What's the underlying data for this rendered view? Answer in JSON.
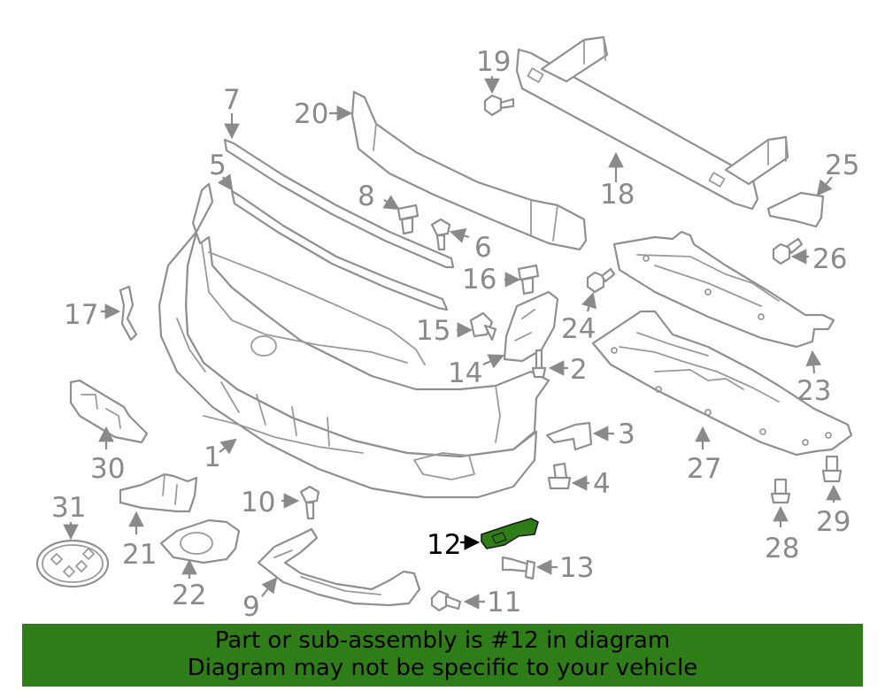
{
  "callouts": {
    "c1": "1",
    "c2": "2",
    "c3": "3",
    "c4": "4",
    "c5": "5",
    "c6": "6",
    "c7": "7",
    "c8": "8",
    "c9": "9",
    "c10": "10",
    "c11": "11",
    "c12": "12",
    "c13": "13",
    "c14": "14",
    "c15": "15",
    "c16": "16",
    "c17": "17",
    "c18": "18",
    "c19": "19",
    "c20": "20",
    "c21": "21",
    "c22": "22",
    "c23": "23",
    "c24": "24",
    "c25": "25",
    "c26": "26",
    "c27": "27",
    "c28": "28",
    "c29": "29",
    "c30": "30",
    "c31": "31"
  },
  "highlighted_part": "12",
  "colors": {
    "highlight_fill": "#2e7d18",
    "banner_bg": "#2e7d18",
    "line_gray": "#8f8f8f"
  },
  "banner": {
    "line1": "Part or sub-assembly is #12 in diagram",
    "line2": "Diagram may not be specific to your vehicle"
  }
}
